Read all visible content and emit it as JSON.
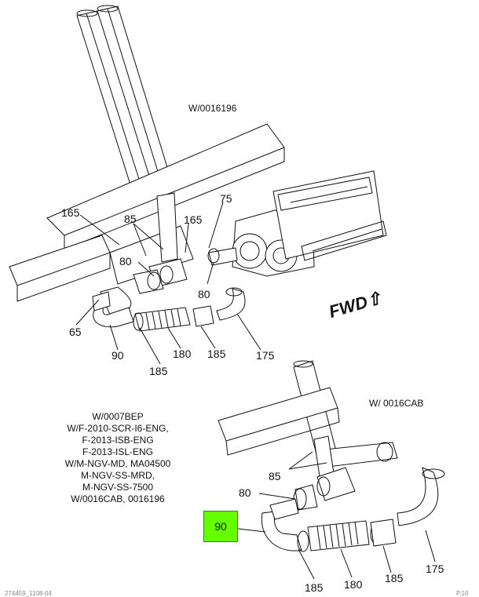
{
  "highlight_color": "#66ff00",
  "top_assembly": {
    "header": "W/0016196",
    "fwd_label": "FWD",
    "callouts": {
      "c165a": "165",
      "c85": "85",
      "c165b": "165",
      "c75": "75",
      "c80a": "80",
      "c80b": "80",
      "c65": "65",
      "c90": "90",
      "c185a": "185",
      "c180": "180",
      "c185b": "185",
      "c175": "175"
    }
  },
  "bottom_assembly": {
    "header": "W/ 0016CAB",
    "callouts": {
      "c85": "85",
      "c80": "80",
      "c90": "90",
      "c175": "175",
      "c185a": "185",
      "c180": "180",
      "c185b": "185"
    }
  },
  "notes": [
    "W/0007BEP",
    "W/F-2010-SCR-I6-ENG,",
    "F-2013-ISB-ENG",
    "F-2013-ISL-ENG",
    "W/M-NGV-MD, MA04500",
    "M-NGV-SS-MRD,",
    "M-NGV-SS-7500",
    "W/0016CAB, 0016196"
  ],
  "footer_left": "274459_1108-04",
  "footer_right": "P.10"
}
